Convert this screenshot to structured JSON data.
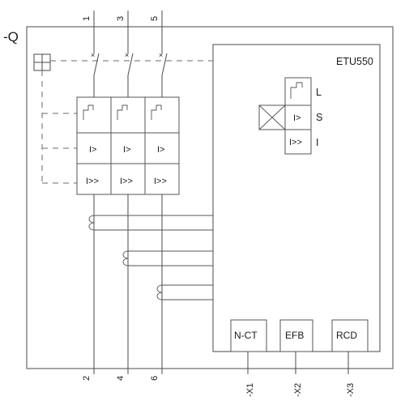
{
  "device_designation": "-Q",
  "trip_unit": {
    "name": "ETU550",
    "functions": [
      {
        "symbol": "",
        "letter": "L"
      },
      {
        "symbol": "I>",
        "letter": "S"
      },
      {
        "symbol": "I>>",
        "letter": "I"
      }
    ],
    "outputs": [
      "N-CT",
      "EFB",
      "RCD"
    ]
  },
  "poles": [
    {
      "top": "1",
      "bottom": "2",
      "overload": "I>",
      "short_circuit": "I>>"
    },
    {
      "top": "3",
      "bottom": "4",
      "overload": "I>",
      "short_circuit": "I>>"
    },
    {
      "top": "5",
      "bottom": "6",
      "overload": "I>",
      "short_circuit": "I>>"
    }
  ],
  "terminals": [
    "-X1",
    "-X2",
    "-X3"
  ]
}
